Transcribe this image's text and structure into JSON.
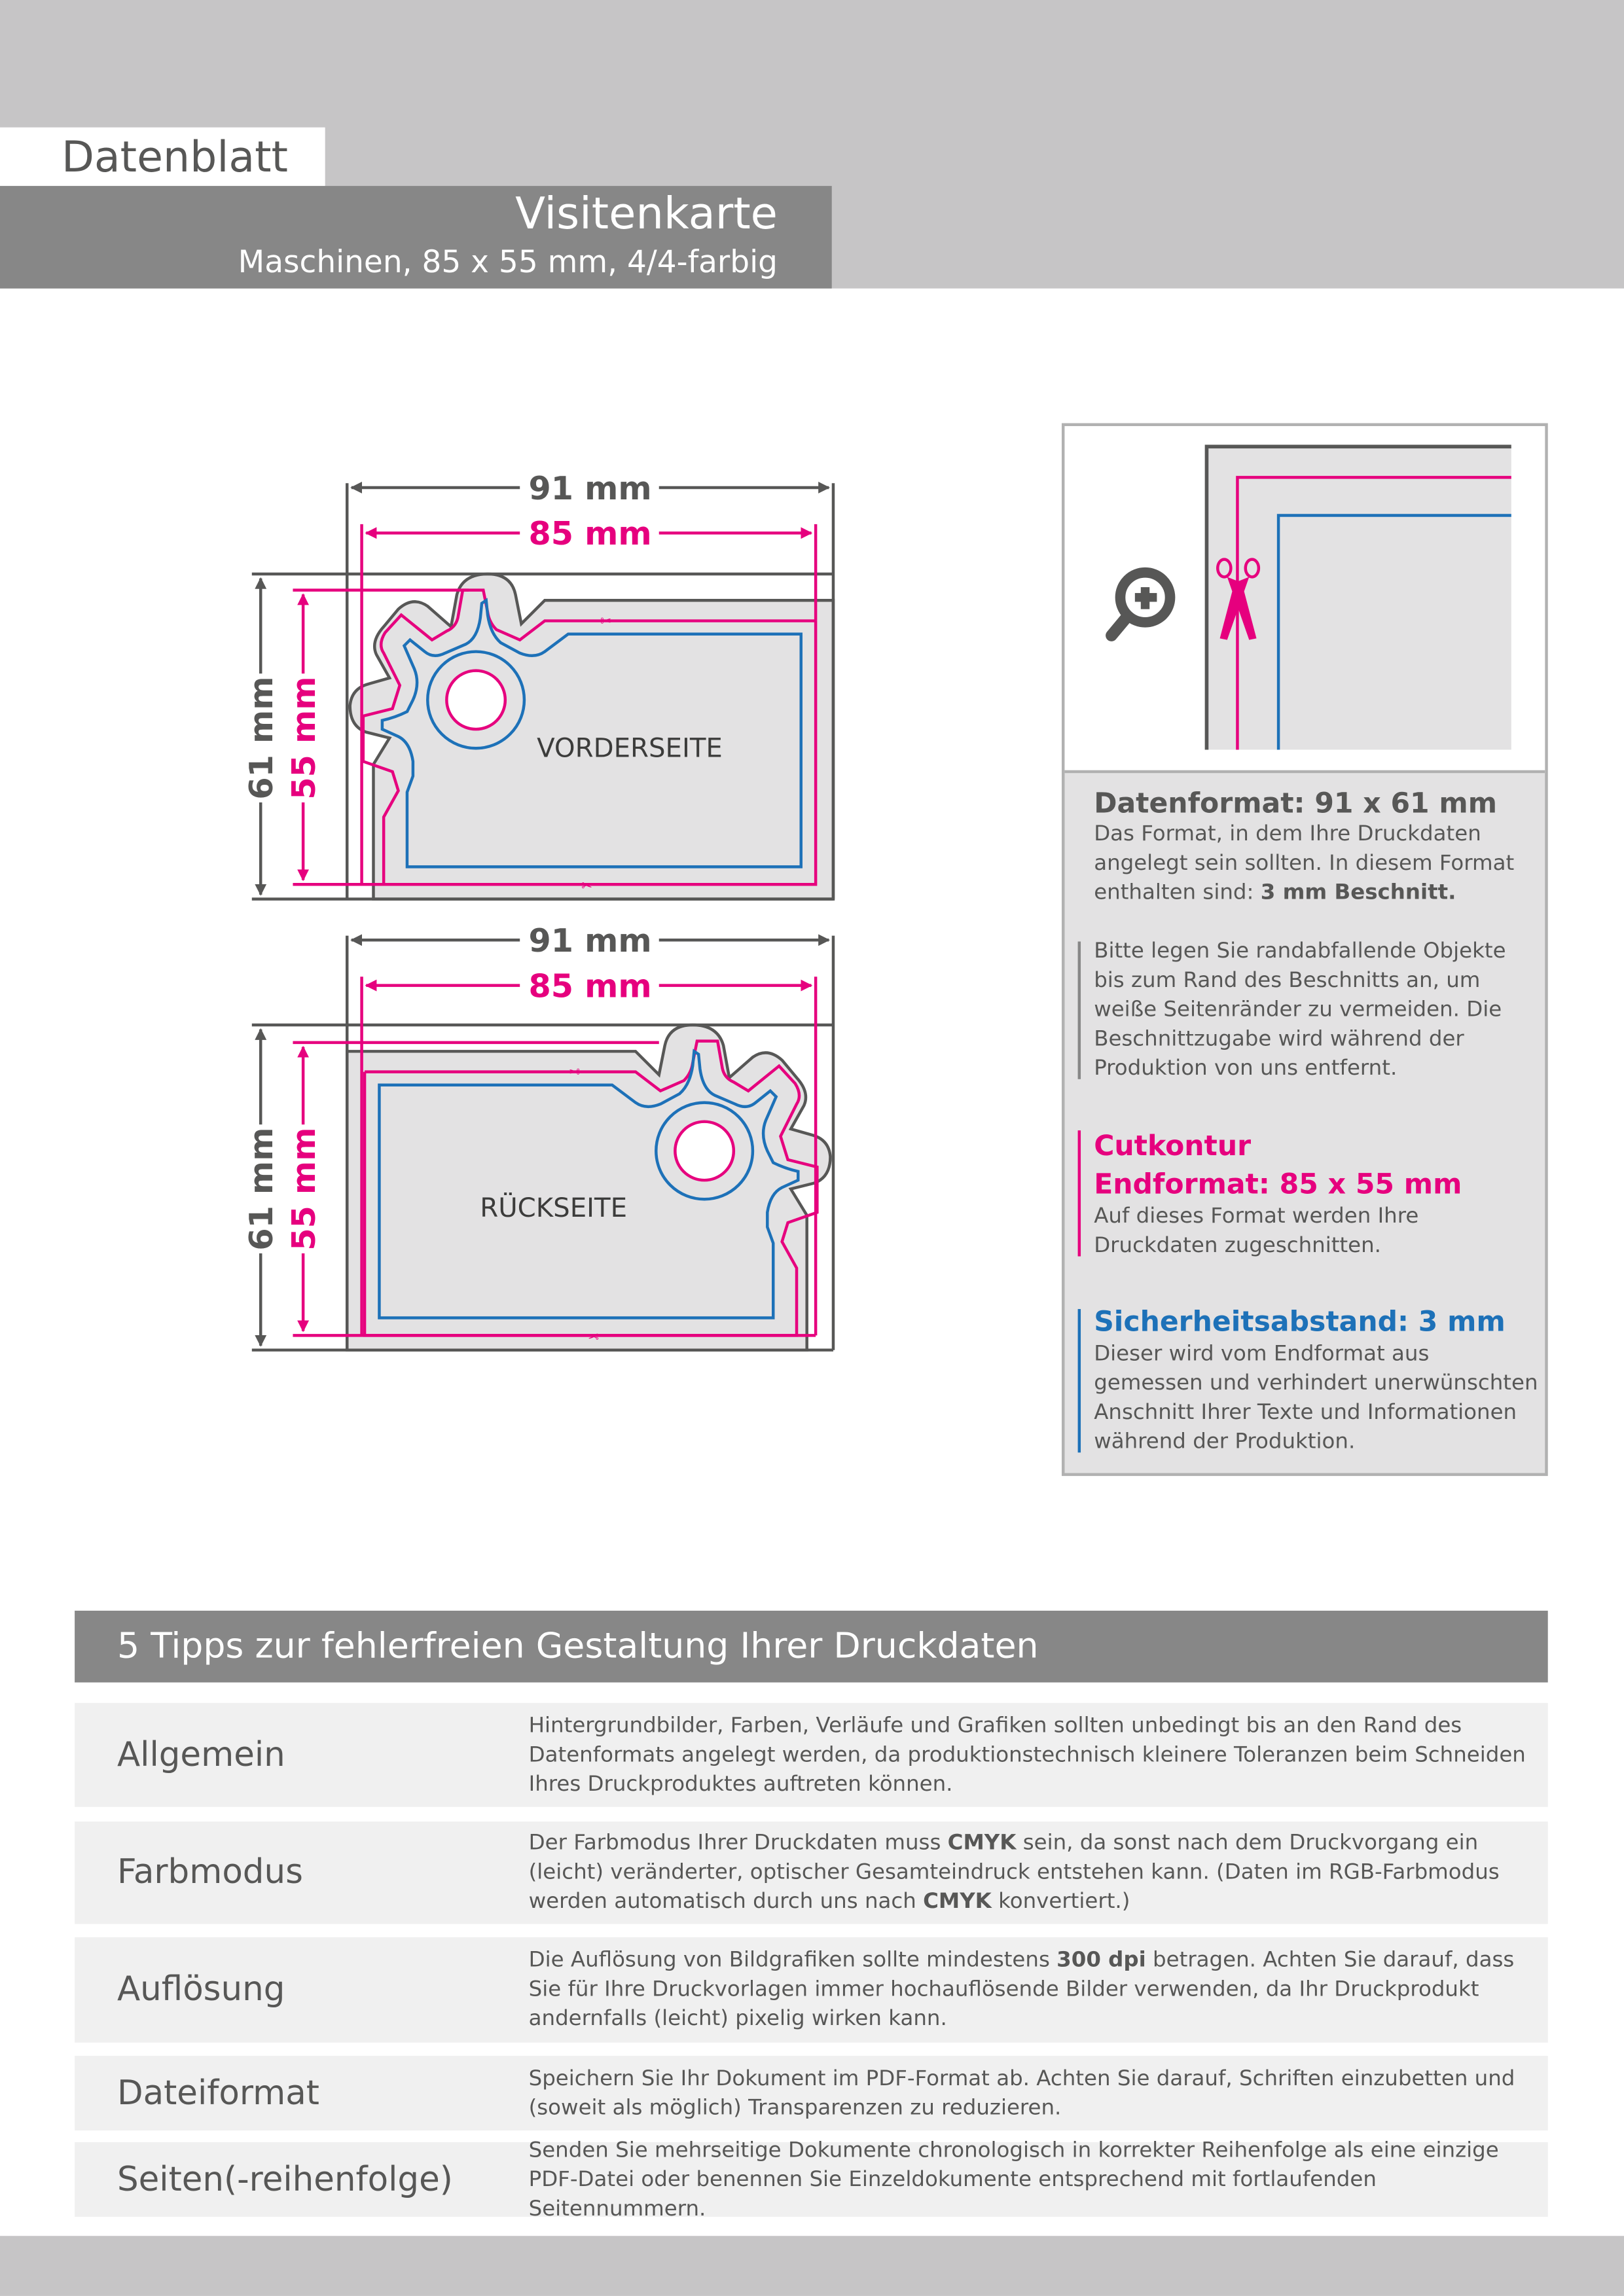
{
  "header": {
    "label": "Datenblatt",
    "title": "Visitenkarte",
    "subtitle": "Maschinen, 85 x 55 mm, 4/4-farbig"
  },
  "diagram": {
    "front": {
      "label": "VORDERSEITE",
      "width_bleed": "91 mm",
      "width_final": "85 mm",
      "height_bleed": "61 mm",
      "height_final": "55 mm"
    },
    "back": {
      "label": "RÜCKSEITE",
      "width_bleed": "91 mm",
      "width_final": "85 mm",
      "height_bleed": "61 mm",
      "height_final": "55 mm"
    }
  },
  "colors": {
    "magenta": "#e6007e",
    "blue": "#1d71b8",
    "dark": "#575756",
    "gray": "#878787"
  },
  "info": {
    "format_heading": "Datenformat: 91 x 61 mm",
    "format_text_1": "Das Format, in dem Ihre Druckdaten angelegt sein sollten. In diesem Format enthalten sind: ",
    "format_text_bold": "3 mm Beschnitt.",
    "bleed_text": "Bitte legen Sie randabfallende Objekte bis zum Rand des Beschnitts an, um weiße Seitenränder zu vermeiden. Die Beschnittzugabe wird während der Produktion von uns entfernt.",
    "cut_heading_1": "Cutkontur",
    "cut_heading_2": "Endformat: 85 x 55 mm",
    "cut_text": "Auf dieses Format werden Ihre Druckdaten zugeschnitten.",
    "safe_heading": "Sicherheitsabstand: 3 mm",
    "safe_text": "Dieser wird vom Endformat aus gemessen und verhindert unerwünschten Anschnitt Ihrer Texte und Informationen während der Produktion."
  },
  "tips": {
    "heading": "5 Tipps zur fehlerfreien Gestaltung Ihrer Druckdaten",
    "rows": [
      {
        "label": "Allgemein",
        "parts": [
          "Hintergrundbilder, Farben, Verläufe und Grafiken sollten unbedingt bis an den Rand des Datenformats angelegt werden, da produktionstechnisch kleinere Toleranzen beim Schneiden Ihres Druckproduktes auftreten können."
        ]
      },
      {
        "label": "Farbmodus",
        "parts": [
          "Der Farbmodus Ihrer Druckdaten muss ",
          "CMYK",
          " sein, da sonst nach dem Druckvorgang ein (leicht) veränderter, optischer Gesamteindruck entstehen kann. (Daten im RGB-Farbmodus werden automatisch durch uns nach ",
          "CMYK",
          " konvertiert.)"
        ]
      },
      {
        "label": "Auflösung",
        "parts": [
          "Die Auflösung von Bildgrafiken sollte mindestens ",
          "300 dpi",
          " betragen. Achten Sie darauf, dass Sie für Ihre Druckvorlagen immer hochauflösende Bilder verwenden, da Ihr Druckprodukt andernfalls (leicht) pixelig wirken kann."
        ]
      },
      {
        "label": "Dateiformat",
        "parts": [
          "Speichern Sie Ihr Dokument im PDF-Format ab. Achten Sie darauf, Schriften einzubetten und (soweit als möglich) Transparenzen zu reduzieren."
        ]
      },
      {
        "label": "Seiten(-reihenfolge)",
        "parts": [
          "Senden Sie mehrseitige Dokumente chronologisch in korrekter Reihenfolge als eine einzige PDF-Datei oder benennen Sie Einzeldokumente entsprechend mit fortlaufenden Seitennummern."
        ]
      }
    ]
  }
}
